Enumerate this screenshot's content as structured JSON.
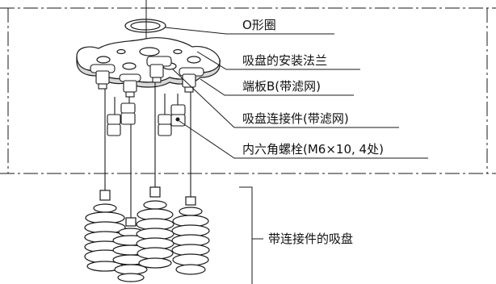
{
  "labels": {
    "o_ring": "O形圈",
    "cup_mount_flange": "吸盘的安装法兰",
    "end_plate": "端板B(带滤网)",
    "cup_connector": "吸盘连接件(带滤网)",
    "hex_bolt": "内六角螺栓(M6×10, 4处)",
    "cup_with_connector": "带连接件的吸盘"
  },
  "colors": {
    "line": "#1a1a1a",
    "part_fill": "#ffffff",
    "shade": "#d8d8d8"
  }
}
